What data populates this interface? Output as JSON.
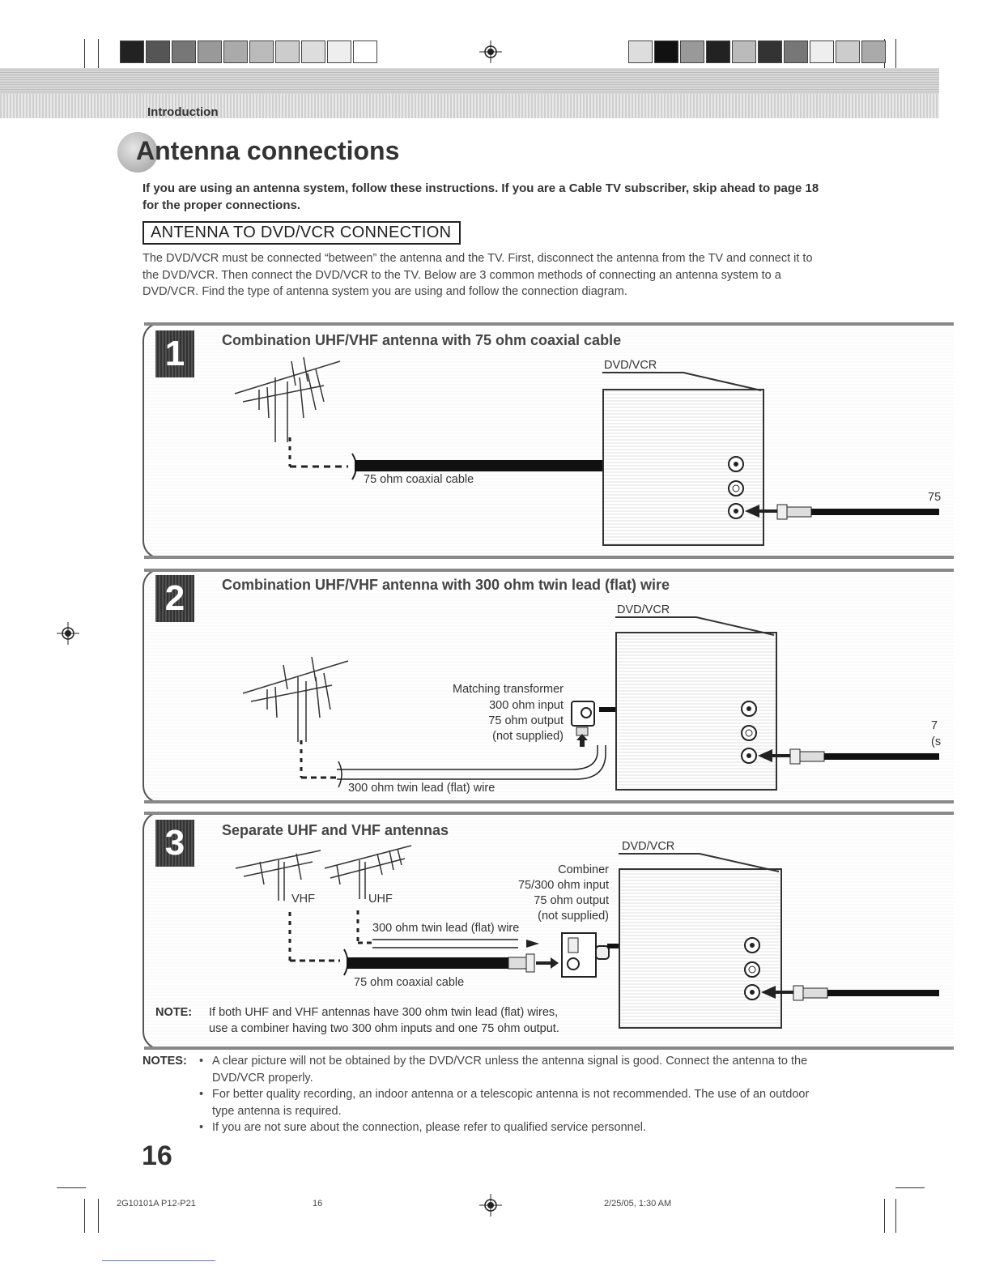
{
  "header": {
    "section_label": "Introduction"
  },
  "page_title": "Antenna connections",
  "lead_text": "If you are using an antenna system, follow these instructions. If you are a Cable TV subscriber, skip ahead to page 18 for the proper connections.",
  "section_heading": "ANTENNA TO DVD/VCR CONNECTION",
  "intro_paragraph": "The DVD/VCR must be connected “between” the antenna and the TV. First, disconnect the antenna from the TV and connect it to the DVD/VCR. Then connect the DVD/VCR to the TV. Below are 3 common methods of connecting an antenna system to a DVD/VCR. Find the type of antenna system you are using and follow the connection diagram.",
  "diagrams": [
    {
      "number": "1",
      "title": "Combination UHF/VHF antenna with 75 ohm coaxial cable",
      "device_label": "DVD/VCR",
      "cable_label": "75 ohm coaxial cable",
      "cut_label": "75"
    },
    {
      "number": "2",
      "title": "Combination UHF/VHF antenna with 300 ohm twin lead (flat) wire",
      "device_label": "DVD/VCR",
      "transformer_lines": [
        "Matching transformer",
        "300 ohm input",
        "75 ohm output",
        "(not supplied)"
      ],
      "wire_label": "300 ohm twin lead (flat) wire",
      "cut_label_1": "7",
      "cut_label_2": "(s"
    },
    {
      "number": "3",
      "title": "Separate UHF and VHF antennas",
      "device_label": "DVD/VCR",
      "combiner_lines": [
        "Combiner",
        "75/300 ohm input",
        "75 ohm output",
        "(not supplied)"
      ],
      "vhf_label": "VHF",
      "uhf_label": "UHF",
      "wire_label": "300 ohm twin lead (flat) wire",
      "cable_label": "75 ohm coaxial cable",
      "note_label": "NOTE:",
      "note_line_1": "If both UHF and VHF antennas have 300 ohm twin lead (flat) wires,",
      "note_line_2": "use a combiner having two 300 ohm inputs and one 75 ohm output."
    }
  ],
  "notes": {
    "heading": "NOTES:",
    "items": [
      "A clear picture will not be obtained by the DVD/VCR unless the antenna signal is good. Connect the antenna to the DVD/VCR properly.",
      "For better quality recording, an indoor antenna or a telescopic antenna is not recommended. The use of an outdoor type antenna is required.",
      "If you are not sure about the connection, please refer to qualified service personnel."
    ]
  },
  "page_number": "16",
  "footer": {
    "job_code": "2G10101A P12-P21",
    "sheet": "16",
    "timestamp": "2/25/05, 1:30 AM"
  }
}
